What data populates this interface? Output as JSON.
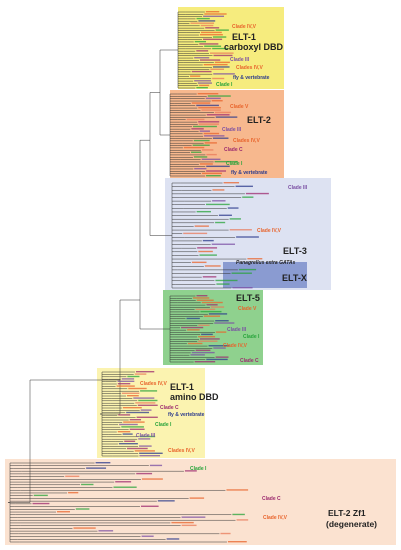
{
  "groups": {
    "elt1c": {
      "title_1": "ELT-1",
      "title_2": "carboxyl DBD",
      "bg": "#f6ec7e",
      "clades": [
        {
          "text": "Clade IV,V",
          "color": "#e8632b"
        },
        {
          "text": "Clade III",
          "color": "#7a4ea3"
        },
        {
          "text": "Clades IV,V",
          "color": "#e8632b"
        },
        {
          "text": "fly & vertebrate",
          "color": "#2b3a8c"
        },
        {
          "text": "Clade I",
          "color": "#27a33a"
        }
      ]
    },
    "elt2": {
      "title_1": "ELT-2",
      "bg": "#f7b88e",
      "clades": [
        {
          "text": "Clade V",
          "color": "#e8632b"
        },
        {
          "text": "Clade III",
          "color": "#7a4ea3"
        },
        {
          "text": "Clades IV,V",
          "color": "#e8632b"
        },
        {
          "text": "Clade C",
          "color": "#9c2a6e"
        },
        {
          "text": "Clade I",
          "color": "#27a33a"
        },
        {
          "text": "fly & vertebrate",
          "color": "#2b3a8c"
        }
      ]
    },
    "elt3": {
      "title_1": "ELT-3",
      "bg": "#dde2f2",
      "clades": [
        {
          "text": "Clade III",
          "color": "#7a4ea3"
        },
        {
          "text": "Clade IV,V",
          "color": "#e8632b"
        }
      ],
      "pangrellus": "Panagrellus extra GATAs"
    },
    "eltx": {
      "title_1": "ELT-X",
      "bg": "#8a9bd1"
    },
    "elt5": {
      "title_1": "ELT-5",
      "bg": "#8fd18e",
      "clades": [
        {
          "text": "Clade V",
          "color": "#e8632b"
        },
        {
          "text": "Clade III",
          "color": "#7a4ea3"
        },
        {
          "text": "Clade I",
          "color": "#27a33a"
        },
        {
          "text": "Clade IV,V",
          "color": "#e8632b"
        },
        {
          "text": "Clade C",
          "color": "#9c2a6e"
        }
      ]
    },
    "elt1a": {
      "title_1": "ELT-1",
      "title_2": "amino DBD",
      "bg": "#fbf3b0",
      "clades": [
        {
          "text": "Clades IV,V",
          "color": "#e8632b"
        },
        {
          "text": "Clade C",
          "color": "#9c2a6e"
        },
        {
          "text": "fly & vertebrate",
          "color": "#2b3a8c"
        },
        {
          "text": "Clade I",
          "color": "#27a33a"
        },
        {
          "text": "Clade III",
          "color": "#7a4ea3"
        },
        {
          "text": "Clades IV,V",
          "color": "#e8632b"
        }
      ]
    },
    "elt2zf": {
      "title_1": "ELT-2 Zf1",
      "title_2": "(degenerate)",
      "bg": "#fbe2d0",
      "clades": [
        {
          "text": "Clade I",
          "color": "#27a33a"
        },
        {
          "text": "Clade C",
          "color": "#9c2a6e"
        },
        {
          "text": "Clade IV,V",
          "color": "#e8632b"
        }
      ]
    }
  }
}
